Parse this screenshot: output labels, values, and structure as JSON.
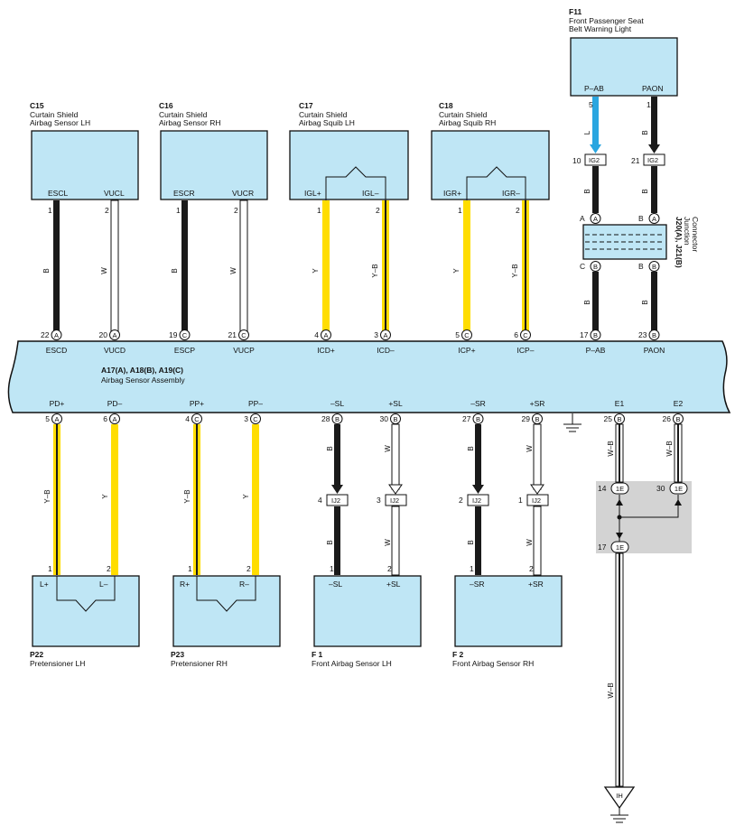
{
  "colors": {
    "component_fill": "#bfe6f5",
    "wire_black": "#1a1a1a",
    "wire_yellow": "#ffdd00",
    "wire_blue": "#2aa6e0",
    "splice_bg": "#d3d3d3"
  },
  "components": {
    "c15": {
      "code": "C15",
      "desc1": "Curtain Shield",
      "desc2": "Airbag Sensor LH",
      "pins": [
        "ESCL",
        "VUCL"
      ]
    },
    "c16": {
      "code": "C16",
      "desc1": "Curtain Shield",
      "desc2": "Airbag Sensor RH",
      "pins": [
        "ESCR",
        "VUCR"
      ]
    },
    "c17": {
      "code": "C17",
      "desc1": "Curtain Shield",
      "desc2": "Airbag Squib LH",
      "pins": [
        "IGL+",
        "IGL–"
      ]
    },
    "c18": {
      "code": "C18",
      "desc1": "Curtain Shield",
      "desc2": "Airbag Squib RH",
      "pins": [
        "IGR+",
        "IGR–"
      ]
    },
    "f11": {
      "code": "F11",
      "desc1": "Front Passenger Seat",
      "desc2": "Belt Warning Light",
      "pins": [
        "P–AB",
        "PAON"
      ]
    },
    "p22": {
      "code": "P22",
      "desc": "Pretensioner LH",
      "pins": [
        "L+",
        "L–"
      ]
    },
    "p23": {
      "code": "P23",
      "desc": "Pretensioner RH",
      "pins": [
        "R+",
        "R–"
      ]
    },
    "f1": {
      "code": "F 1",
      "desc": "Front Airbag Sensor LH",
      "pins": [
        "–SL",
        "+SL"
      ]
    },
    "f2": {
      "code": "F 2",
      "desc": "Front Airbag Sensor RH",
      "pins": [
        "–SR",
        "+SR"
      ]
    }
  },
  "assembly": {
    "codes": "A17(A), A18(B), A19(C)",
    "name": "Airbag Sensor Assembly",
    "top_pins": [
      {
        "num": "22",
        "conn": "A",
        "name": "ESCD"
      },
      {
        "num": "20",
        "conn": "A",
        "name": "VUCD"
      },
      {
        "num": "19",
        "conn": "C",
        "name": "ESCP"
      },
      {
        "num": "21",
        "conn": "C",
        "name": "VUCP"
      },
      {
        "num": "4",
        "conn": "A",
        "name": "ICD+"
      },
      {
        "num": "3",
        "conn": "A",
        "name": "ICD–"
      },
      {
        "num": "5",
        "conn": "C",
        "name": "ICP+"
      },
      {
        "num": "6",
        "conn": "C",
        "name": "ICP–"
      },
      {
        "num": "17",
        "conn": "B",
        "name": "P–AB"
      },
      {
        "num": "23",
        "conn": "B",
        "name": "PAON"
      }
    ],
    "bottom_pins": [
      {
        "num": "5",
        "conn": "A",
        "name": "PD+"
      },
      {
        "num": "6",
        "conn": "A",
        "name": "PD–"
      },
      {
        "num": "4",
        "conn": "C",
        "name": "PP+"
      },
      {
        "num": "3",
        "conn": "C",
        "name": "PP–"
      },
      {
        "num": "28",
        "conn": "B",
        "name": "–SL"
      },
      {
        "num": "30",
        "conn": "B",
        "name": "+SL"
      },
      {
        "num": "27",
        "conn": "B",
        "name": "–SR"
      },
      {
        "num": "29",
        "conn": "B",
        "name": "+SR"
      },
      {
        "num": "25",
        "conn": "B",
        "name": "E1"
      },
      {
        "num": "26",
        "conn": "B",
        "name": "E2"
      }
    ]
  },
  "junction": {
    "code1": "J20(A), J21(B)",
    "desc1": "Junction",
    "desc2": "Connector",
    "top": [
      "A",
      "B"
    ],
    "bottom": [
      "C",
      "B"
    ],
    "top_letters": [
      "A",
      "A"
    ],
    "bottom_letters": [
      "B",
      "B"
    ]
  },
  "wires": {
    "top_pin_nums": [
      "1",
      "2",
      "1",
      "2",
      "1",
      "2",
      "1",
      "2"
    ],
    "top_colors": [
      "B",
      "W",
      "B",
      "W",
      "Y",
      "Y–B",
      "Y",
      "Y–B"
    ],
    "f11_pin_nums": [
      "5",
      "1"
    ],
    "f11_colors": [
      "L",
      "B"
    ],
    "ig2": {
      "label": "IG2",
      "nums": [
        "10",
        "21"
      ]
    },
    "junction_colors_above": [
      "B",
      "B"
    ],
    "junction_colors_below": [
      "B",
      "B"
    ],
    "bottom_colors": [
      "Y–B",
      "Y",
      "Y–B",
      "Y",
      "B",
      "W",
      "B",
      "W"
    ],
    "ij2": {
      "label": "IJ2",
      "nums": [
        "4",
        "3",
        "2",
        "1"
      ]
    },
    "ij2_colors_below": [
      "B",
      "W",
      "B",
      "W"
    ],
    "bottom_pin_nums": [
      "1",
      "2",
      "1",
      "2",
      "1",
      "2",
      "1",
      "2"
    ],
    "ground_colors": [
      "W–B",
      "W–B"
    ],
    "splice": {
      "label": "1E",
      "nums": [
        "14",
        "30",
        "17"
      ]
    },
    "ground_wire_color": "W–B",
    "ground_label": "IH"
  }
}
